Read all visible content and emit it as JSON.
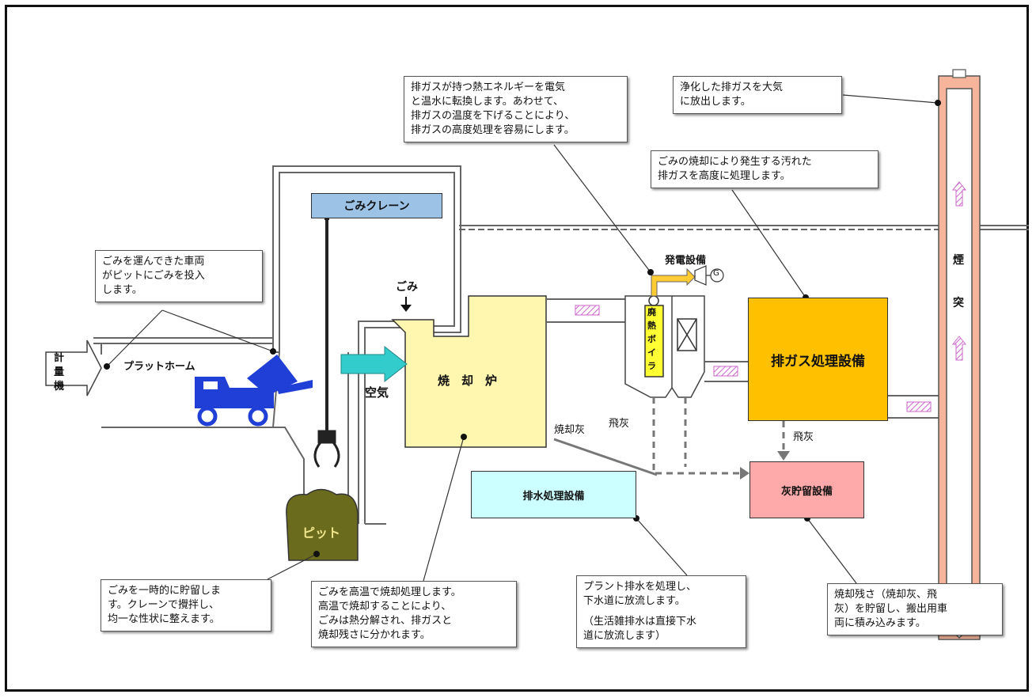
{
  "callouts": {
    "truck": [
      "ごみを運んできた車両",
      "がピットにごみを投入",
      "します。"
    ],
    "boiler": [
      "排ガスが持つ熱エネルギーを電気",
      "と温水に転換します。あわせて、",
      "排ガスの温度を下げることにより、",
      "排ガスの高度処理を容易にします。"
    ],
    "stack": [
      "浄化した排ガスを大気",
      "に放出します。"
    ],
    "gas": [
      "ごみの焼却により発生する汚れた",
      "排ガスを高度に処理します。"
    ],
    "pit": [
      "ごみを一時的に貯留しま",
      "す。クレーンで攪拌し、",
      "均一な性状に整えます。"
    ],
    "furnace": [
      "ごみを高温で焼却処理します。",
      "高温で焼却することにより、",
      "ごみは熱分解され、排ガスと",
      "焼却残さに分かれます。"
    ],
    "wastewater": [
      "プラント排水を処理し、",
      "下水道に放流します。",
      "",
      "（生活雑排水は直接下水",
      "道に放流します）"
    ],
    "ash": [
      "焼却残さ（焼却灰、飛",
      "灰）を貯留し、搬出用車",
      "両に積み込みます。"
    ]
  },
  "labels": {
    "crane": "ごみクレーン",
    "scale": [
      "計",
      "量",
      "機"
    ],
    "platform": "プラットホーム",
    "garbage": "ごみ",
    "air": "空気",
    "furnace": "焼　却　炉",
    "pit": "ピット",
    "power": "発電設備",
    "boiler": [
      "廃",
      "熱",
      "ボ",
      "イ",
      "ラ"
    ],
    "gas_treatment": "排ガス処理設備",
    "bottom_ash": "焼却灰",
    "fly_ash_1": "飛灰",
    "fly_ash_2": "飛灰",
    "wastewater_facility": "排水処理設備",
    "ash_storage": "灰貯留設備",
    "chimney": [
      "煙",
      "突"
    ],
    "generator": "G"
  },
  "colors": {
    "crane_box": "#9cc3e6",
    "furnace": "#fff7b0",
    "pit": "#6b6b1e",
    "boiler": "#ffff33",
    "gas_box": "#ffc000",
    "wastewater_box": "#ccffff",
    "ash_box": "#ffaaaa",
    "chimney": "#f6b59a",
    "air_arrow": "#33cccc",
    "truck": "#1f3fd6",
    "flow_arrow": "#cc66cc"
  }
}
